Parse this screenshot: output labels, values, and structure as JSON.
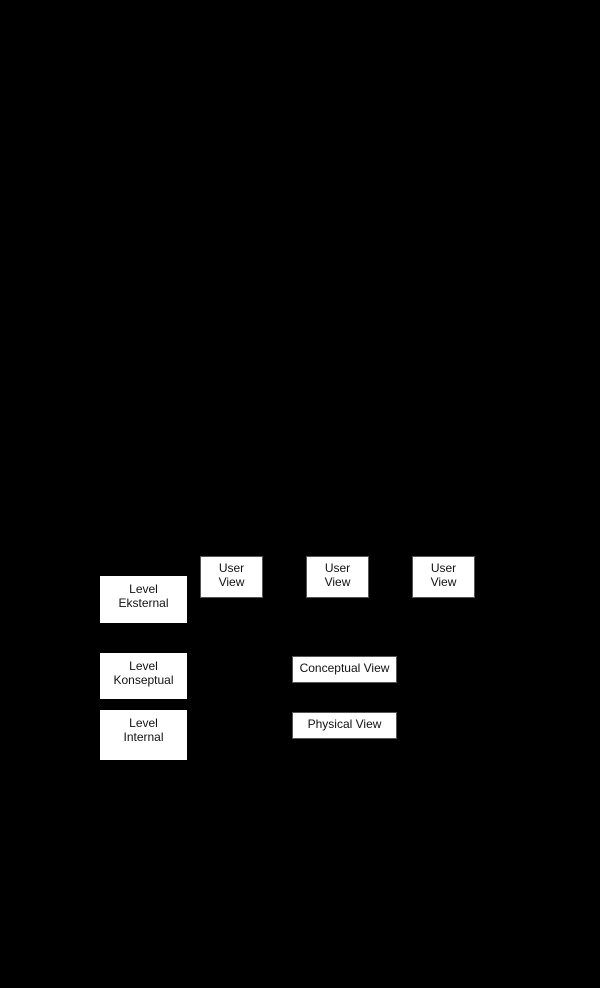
{
  "diagram": {
    "type": "three-schema-architecture",
    "background_color": "#000000",
    "box_color": "#ffffff",
    "levels": [
      {
        "id": "eksternal",
        "lines": [
          "Level",
          "Eksternal"
        ]
      },
      {
        "id": "konseptual",
        "lines": [
          "Level",
          "Konseptual"
        ]
      },
      {
        "id": "internal",
        "lines": [
          "Level",
          "Internal"
        ]
      }
    ],
    "user_views": [
      {
        "lines": [
          "User",
          "View"
        ]
      },
      {
        "lines": [
          "User",
          "View"
        ]
      },
      {
        "lines": [
          "User",
          "View"
        ]
      }
    ],
    "conceptual_view": {
      "label": "Conceptual View"
    },
    "physical_view": {
      "label": "Physical View"
    }
  }
}
